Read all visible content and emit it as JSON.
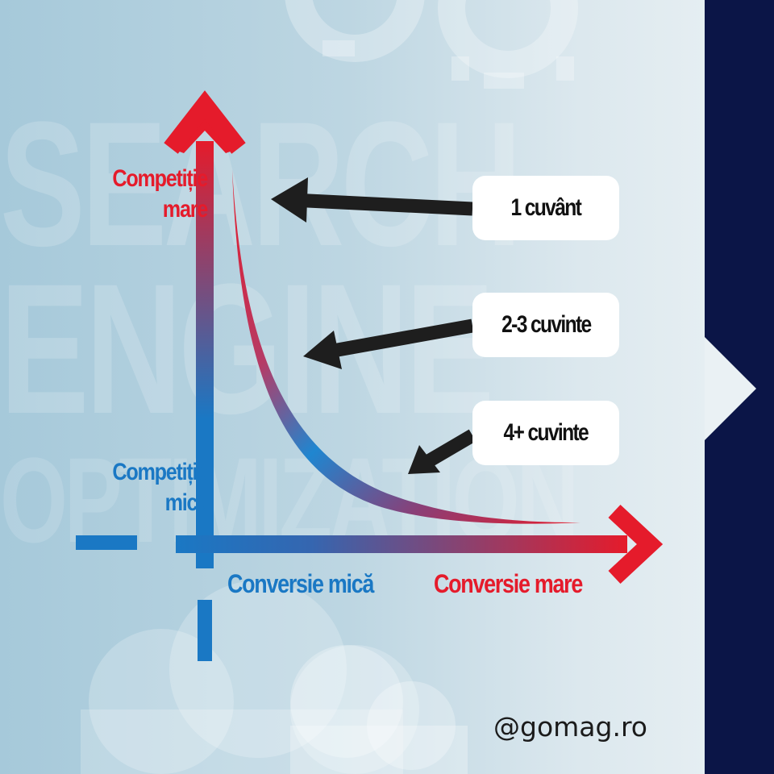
{
  "background_text": {
    "line1": "SEARCH",
    "line2": "ENGINE",
    "line3": "OPTIMIZATION"
  },
  "axis_labels": {
    "y_high_line1": "Competiție",
    "y_high_line2": "mare",
    "y_low_line1": "Competiție",
    "y_low_line2": "mică",
    "x_low": "Conversie mică",
    "x_high": "Conversie mare"
  },
  "callouts": [
    {
      "label": "1 cuvânt"
    },
    {
      "label": "2-3 cuvinte"
    },
    {
      "label": "4+ cuvinte"
    }
  ],
  "brand_handle": "@gomag.ro",
  "colors": {
    "red": "#e51b2b",
    "blue": "#1a78c4",
    "navy": "#0b1547",
    "arrow": "#1e1e1e"
  }
}
